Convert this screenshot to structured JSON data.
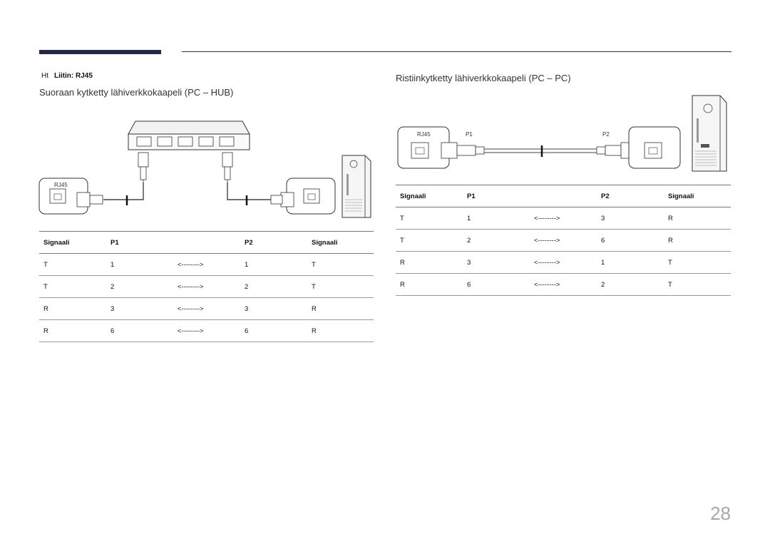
{
  "connector_label": {
    "prefix": "Ht",
    "text": "Liitin: RJ45"
  },
  "left": {
    "title": "Suoraan kytketty lähiverkkokaapeli (PC – HUB)",
    "rj45_label": "RJ45",
    "table": {
      "headers": [
        "Signaali",
        "P1",
        "",
        "P2",
        "Signaali"
      ],
      "rows": [
        [
          "T ",
          "1",
          "<-------->",
          "1",
          "T "
        ],
        [
          "T ",
          "2",
          "<-------->",
          "2",
          "T "
        ],
        [
          "R ",
          "3",
          "<-------->",
          "3",
          "R "
        ],
        [
          "R ",
          "6",
          "<-------->",
          "6",
          "R "
        ]
      ]
    }
  },
  "right": {
    "title": "Ristiinkytketty lähiverkkokaapeli (PC – PC)",
    "rj45_label": "RJ45",
    "p1_label": "P1",
    "p2_label": "P2",
    "table": {
      "headers": [
        "Signaali",
        "P1",
        "",
        "P2",
        "Signaali"
      ],
      "rows": [
        [
          "T ",
          "1",
          "<-------->",
          "3",
          "R "
        ],
        [
          "T ",
          "2",
          "<-------->",
          "6",
          "R "
        ],
        [
          "R ",
          "3",
          "<-------->",
          "1",
          "T "
        ],
        [
          "R ",
          "6",
          "<-------->",
          "2",
          "T "
        ]
      ]
    }
  },
  "page_number": "28"
}
